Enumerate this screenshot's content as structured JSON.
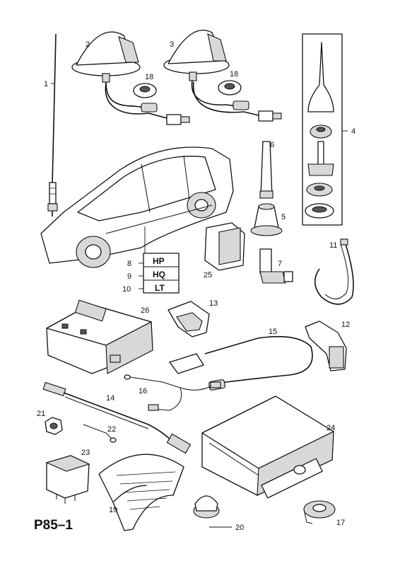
{
  "figure_id": "P85–1",
  "callouts": {
    "p1": "1",
    "p2": "2",
    "p3": "3",
    "p4": "4",
    "p5": "5",
    "p6": "6",
    "p7": "7",
    "p8": "8",
    "p9": "9",
    "p10": "10",
    "p11": "11",
    "p12": "12",
    "p13": "13",
    "p14": "14",
    "p15": "15",
    "p16": "16",
    "p17": "17",
    "p18a": "18",
    "p18b": "18",
    "p19": "19",
    "p20": "20",
    "p21": "21",
    "p22": "22",
    "p23": "23",
    "p24": "24",
    "p25": "25",
    "p26": "26"
  },
  "variant_table": [
    {
      "num": "8",
      "code": "HP"
    },
    {
      "num": "9",
      "code": "HQ"
    },
    {
      "num": "10",
      "code": "LT"
    }
  ],
  "colors": {
    "ink": "#111111",
    "shade": "#d8d8d8",
    "paper": "#ffffff"
  }
}
